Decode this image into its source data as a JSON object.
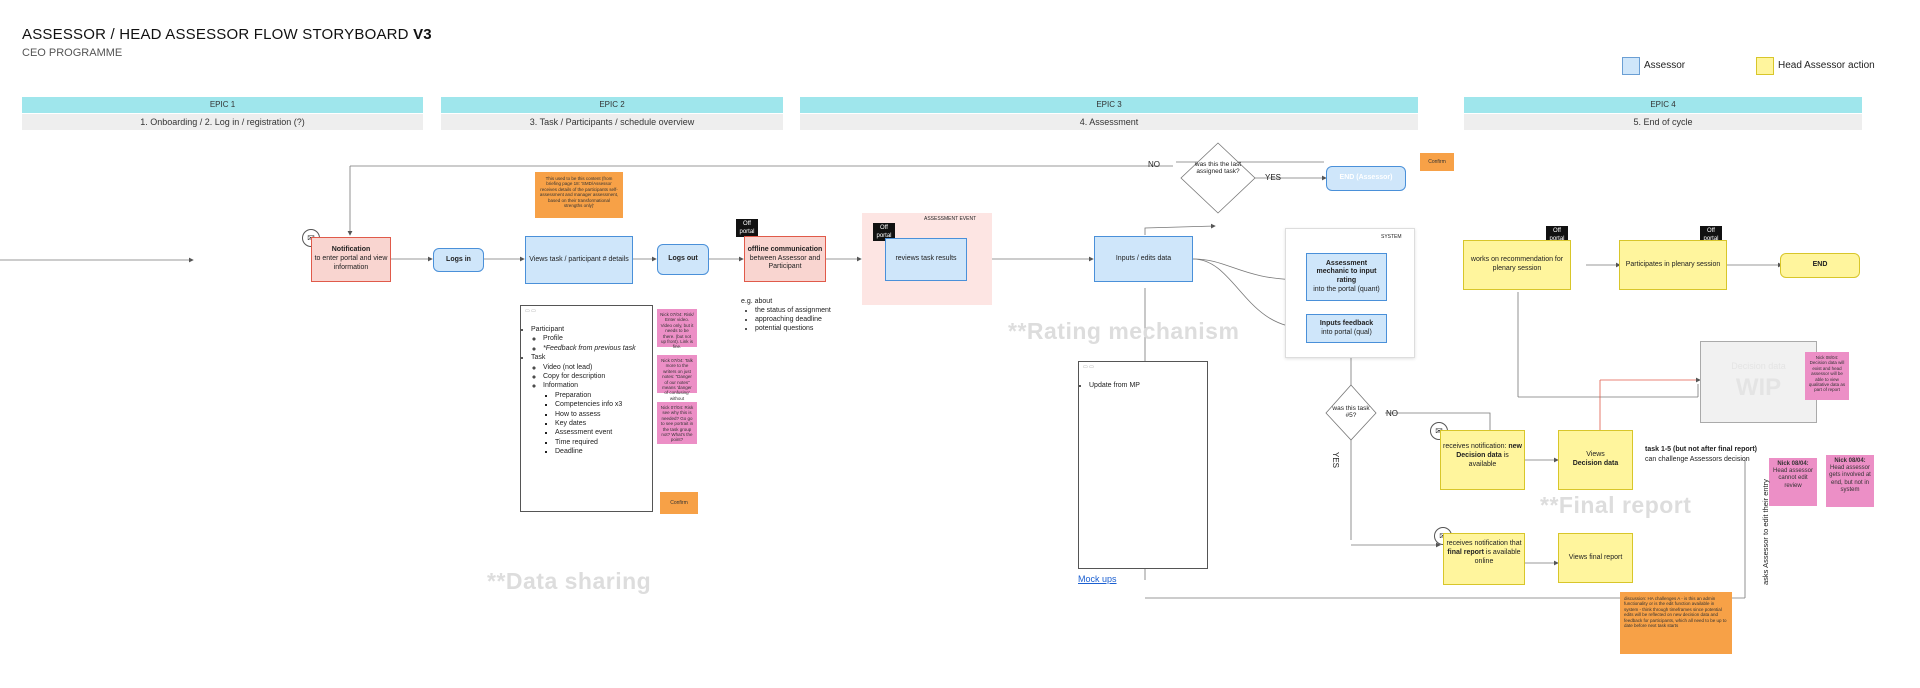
{
  "header": {
    "title_main": "ASSESSOR / HEAD ASSESSOR  FLOW STORYBOARD",
    "title_version": "V3",
    "subtitle": "CEO PROGRAMME"
  },
  "legend": {
    "assessor": "Assessor",
    "head_assessor": "Head Assessor action",
    "colors": {
      "assessor": "#cfe6fa",
      "head_assessor": "#fff59d"
    }
  },
  "epics": [
    {
      "top": "EPIC 1",
      "bottom": "1. Onboarding / 2. Log in / registration (?)"
    },
    {
      "top": "EPIC 2",
      "bottom": "3. Task / Participants / schedule overview"
    },
    {
      "top": "EPIC 3",
      "bottom": "4. Assessment"
    },
    {
      "top": "EPIC 4",
      "bottom": "5. End of cycle"
    }
  ],
  "nodes": {
    "notification_bold": "Notification",
    "notification_text": "to enter portal and view information",
    "logs_in": "Logs in",
    "views_task": "Views task / participant # details",
    "logs_out": "Logs out",
    "offline_bold": "offline communication",
    "offline_text": "between Assessor and Participant",
    "reviews": "reviews task results",
    "assessment_event": "ASSESSMENT EVENT",
    "inputs_edits": "Inputs / edits data",
    "system": "SYSTEM",
    "mechanic_bold": "Assessment mechanic to input rating",
    "mechanic_text": "into the portal (quant)",
    "feedback_bold": "Inputs feedback",
    "feedback_text": "into portal (qual)",
    "end_assessor": "END (Assessor)",
    "works_on": "works on recommendation for plenary session",
    "plenary": "Participates in plenary session",
    "end": "END",
    "receives_decision_a": "receives notification: ",
    "receives_decision_b": "new Decision data",
    "receives_decision_c": " is available",
    "views_decision_a": "Views",
    "views_decision_b": "Decision data",
    "receives_final_a": "receives notification that ",
    "receives_final_b": "final report",
    "receives_final_c": " is available online",
    "views_final": "Views final report",
    "decision_wip_small": "Decision data",
    "decision_wip_big": "WIP",
    "off_portal": "Off portal"
  },
  "diamonds": {
    "last_task": "was this the last assigned task?",
    "task5": "was this task #5?"
  },
  "edge_labels": {
    "no_top": "NO",
    "yes_top": "YES",
    "no_mid": "NO",
    "yes_mid": "YES",
    "task15_bold": "task 1-5 (but not after final report)",
    "task15_text": "can challenge Assessors decision",
    "asks": "asks Assessor to edit their entry"
  },
  "ghost": {
    "rating": "**Rating mechanism",
    "final": "**Final report",
    "data": "**Data sharing"
  },
  "eg": {
    "lead": "e.g. about",
    "items": [
      "the status of assignment",
      "approaching deadline",
      "potential questions"
    ]
  },
  "mockup1": {
    "items": [
      "Participant",
      "Task"
    ],
    "participant_sub": [
      "Profile",
      "*Feedback from previous task"
    ],
    "task_sub": [
      "Video (not lead)",
      "Copy for description",
      "Information"
    ],
    "info_sub": [
      "Preparation",
      "Competencies info x3",
      "How to assess",
      "Key dates",
      "Assessment event",
      "Time required",
      "Deadline"
    ]
  },
  "mockup2": {
    "item": "Update from MP"
  },
  "mockups_link": "Mock ups",
  "stickies": {
    "orange_note": "This used to be this content (from briefing page 18: 'SMD/Assessor receives details of the participants self-assessment and manager assessment, based on their transformational strengths only)'",
    "orange_confirm": "Confirm",
    "orange_confirm2": "Confirm",
    "pink_a": "Nick 07/04: Risk/ Enter video. Video only, but it needs to be there. (but not up front). Link is fine.",
    "pink_b": "Nick 07/04: Talk more to the writers on just notes: \"Danger of our notes\" means 'danger of confusing' without",
    "pink_c": "Nick 07/04: Risk see why this is needed? Go go to see portrait in the task group not? What's the point?",
    "pink_d": "Nick 08/04: Decision data will exist and head assessor will be able to view qualitative data as part of report",
    "pink_e_bold": "Nick 08/04:",
    "pink_e": "Head assessor cannot edit review",
    "pink_f_bold": "Nick 08/04:",
    "pink_f": "Head assessor gets involved at end, but not in system",
    "discussion": "discussion: HA challenges A - is this an admin functionality or is the edit function available in system - think through timeframes since potential edits will be reflected on new decision data and feedback for participants, which all need to be up to date before next task starts"
  }
}
